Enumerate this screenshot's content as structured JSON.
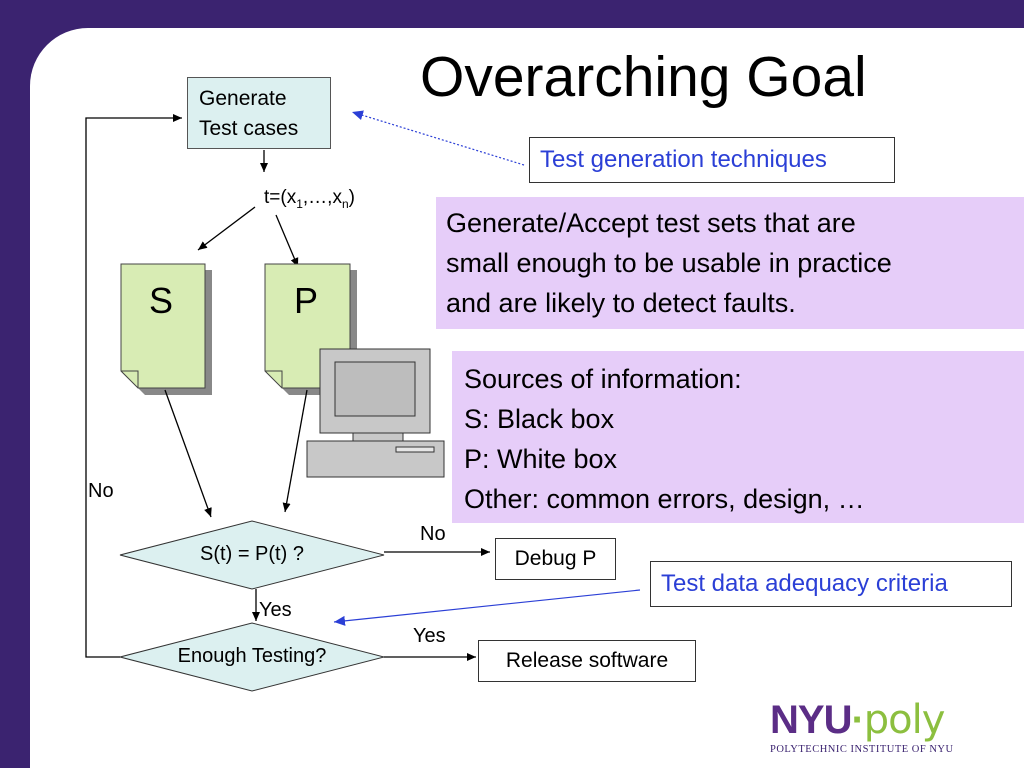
{
  "title": "Overarching Goal",
  "flowchart": {
    "generate_box": [
      "Generate",
      "Test cases"
    ],
    "test_tuple": {
      "prefix": "t=(x",
      "sub1": "1",
      "mid": ",…,x",
      "subn": "n",
      "suffix": ")"
    },
    "doc_s": "S",
    "doc_p": "P",
    "decision_compare": "S(t) = P(t) ?",
    "decision_enough": "Enough Testing?",
    "debug_box": "Debug P",
    "release_box": "Release software",
    "label_no_left": "No",
    "label_no_right": "No",
    "label_yes_down": "Yes",
    "label_yes_right": "Yes"
  },
  "callouts": {
    "test_generation": "Test generation techniques",
    "adequacy": "Test data adequacy criteria"
  },
  "goal_text": [
    "Generate/Accept test sets that are",
    "small enough to be usable in practice",
    "and are likely to detect faults."
  ],
  "sources": [
    "Sources of information:",
    "S: Black box",
    "P: White box",
    "Other: common errors, design, …"
  ],
  "logo": {
    "nyu": "NYU",
    "dot": "·",
    "poly": "poly",
    "subtitle": "POLYTECHNIC INSTITUTE OF NYU"
  },
  "colors": {
    "background": "#3b2370",
    "callout_text": "#2b3fd6",
    "purple_box": "#e6cdf9",
    "doc_fill": "#d8ecb4",
    "decision_fill": "#dcf0f0",
    "logo_nyu": "#5b2d86",
    "logo_poly": "#8cbf3f"
  }
}
